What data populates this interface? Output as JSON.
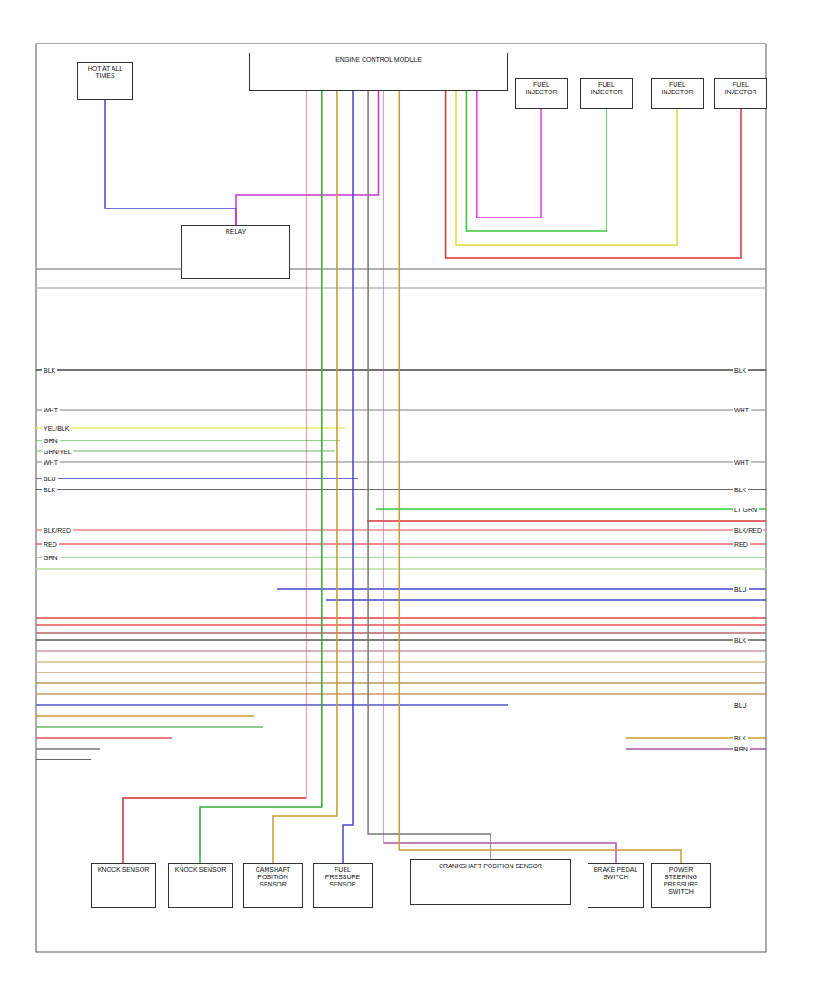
{
  "diagram": {
    "nodes": [
      {
        "text": [
          "HOT AT ALL TIMES"
        ]
      },
      {
        "text": [
          "ENGINE CONTROL MODULE"
        ]
      },
      {
        "text": [
          "FUEL INJECTOR"
        ]
      },
      {
        "text": [
          "FUEL INJECTOR"
        ]
      },
      {
        "text": [
          "FUEL INJECTOR"
        ]
      },
      {
        "text": [
          "FUEL INJECTOR"
        ]
      },
      {
        "text": [
          "RELAY"
        ]
      },
      {
        "text": [
          "KNOCK SENSOR"
        ]
      },
      {
        "text": [
          "KNOCK SENSOR"
        ]
      },
      {
        "text": [
          "CAMSHAFT POSITION SENSOR"
        ]
      },
      {
        "text": [
          "FUEL PRESSURE SENSOR"
        ]
      },
      {
        "text": [
          "CRANKSHAFT POSITION SENSOR"
        ]
      },
      {
        "text": [
          "BRAKE PEDAL SWITCH"
        ]
      },
      {
        "text": [
          "POWER STEERING PRESSURE SWITCH"
        ]
      }
    ],
    "edges": [
      {
        "from": 0,
        "to": 6,
        "arrow": "none"
      },
      {
        "from": 6,
        "to": 1,
        "arrow": "none"
      },
      {
        "from": 1,
        "to": 2,
        "arrow": "none"
      },
      {
        "from": 1,
        "to": 3,
        "arrow": "none"
      },
      {
        "from": 1,
        "to": 4,
        "arrow": "none"
      },
      {
        "from": 1,
        "to": 5,
        "arrow": "none"
      },
      {
        "from": 1,
        "to": 7,
        "arrow": "none"
      },
      {
        "from": 1,
        "to": 8,
        "arrow": "none"
      },
      {
        "from": 1,
        "to": 9,
        "arrow": "none"
      },
      {
        "from": 1,
        "to": 10,
        "arrow": "none"
      },
      {
        "from": 1,
        "to": 11,
        "arrow": "none"
      },
      {
        "from": 1,
        "to": 12,
        "arrow": "none"
      },
      {
        "from": 1,
        "to": 13,
        "arrow": "none"
      }
    ],
    "labels": [
      "BLK",
      "WHT",
      "BLK",
      "WHT",
      "YEL/BLK",
      "GRN",
      "GRN/YEL",
      "WHT",
      "BLU",
      "BLK",
      "BLK/RED",
      "RED",
      "GRN",
      "BLU",
      "BLK",
      "WHT",
      "BLK",
      "LT GRN",
      "BLK/RED",
      "RED",
      "BLU",
      "BLK",
      "BRN"
    ]
  }
}
